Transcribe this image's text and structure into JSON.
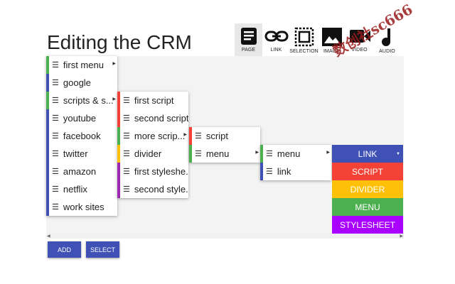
{
  "page_title": "Editing the CRM",
  "toolbar": [
    {
      "label": "PAGE",
      "icon": "page-icon",
      "active": true
    },
    {
      "label": "LINK",
      "icon": "link-icon",
      "active": false
    },
    {
      "label": "SELECTION",
      "icon": "selection-icon",
      "active": false
    },
    {
      "label": "IMAGE",
      "icon": "image-icon",
      "active": false
    },
    {
      "label": "VIDEO",
      "icon": "video-icon",
      "active": false
    },
    {
      "label": "AUDIO",
      "icon": "audio-icon",
      "active": false
    }
  ],
  "menus": [
    {
      "items": [
        {
          "label": "first menu",
          "color": "#4caf50",
          "submenu": true
        },
        {
          "label": "google",
          "color": "#3f51b5",
          "submenu": false
        },
        {
          "label": "scripts & s...",
          "color": "#4caf50",
          "submenu": true
        },
        {
          "label": "youtube",
          "color": "#3f51b5",
          "submenu": false
        },
        {
          "label": "facebook",
          "color": "#3f51b5",
          "submenu": false
        },
        {
          "label": "twitter",
          "color": "#3f51b5",
          "submenu": false
        },
        {
          "label": "amazon",
          "color": "#3f51b5",
          "submenu": false
        },
        {
          "label": "netflix",
          "color": "#3f51b5",
          "submenu": false
        },
        {
          "label": "work sites",
          "color": "#3f51b5",
          "submenu": false
        }
      ]
    },
    {
      "items": [
        {
          "label": "first script",
          "color": "#f44336",
          "submenu": false
        },
        {
          "label": "second script",
          "color": "#f44336",
          "submenu": false
        },
        {
          "label": "more scrip...",
          "color": "#4caf50",
          "submenu": true
        },
        {
          "label": "divider",
          "color": "#ffc107",
          "submenu": false
        },
        {
          "label": "first styleshe...",
          "color": "#9c27b0",
          "submenu": false
        },
        {
          "label": "second style...",
          "color": "#9c27b0",
          "submenu": false
        }
      ]
    },
    {
      "items": [
        {
          "label": "script",
          "color": "#f44336",
          "submenu": false
        },
        {
          "label": "menu",
          "color": "#4caf50",
          "submenu": true
        }
      ]
    },
    {
      "items": [
        {
          "label": "menu",
          "color": "#4caf50",
          "submenu": true
        },
        {
          "label": "link",
          "color": "#3f51b5",
          "submenu": false
        }
      ]
    }
  ],
  "type_options": [
    {
      "label": "LINK",
      "color": "#3f51b5",
      "dropdown": true
    },
    {
      "label": "SCRIPT",
      "color": "#f44336",
      "dropdown": false
    },
    {
      "label": "DIVIDER",
      "color": "#ffc107",
      "dropdown": false
    },
    {
      "label": "MENU",
      "color": "#4caf50",
      "dropdown": false
    },
    {
      "label": "STYLESHEET",
      "color": "#aa00ff",
      "dropdown": false
    }
  ],
  "buttons": {
    "add": "ADD",
    "select": "SELECT"
  },
  "watermark": "数创社sc666",
  "colors": {
    "accent": "#3f51b5",
    "button_text": "#ffffff"
  }
}
